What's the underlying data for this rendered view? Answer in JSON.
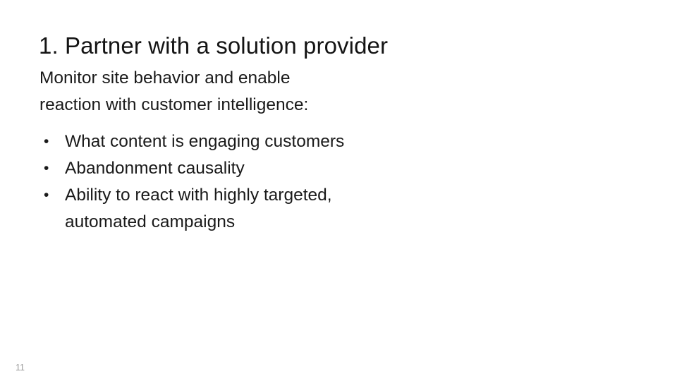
{
  "slide": {
    "title": "1. Partner with a solution provider",
    "intro_lines": [
      "Monitor site behavior and enable",
      "reaction with customer intelligence:"
    ],
    "bullets": [
      {
        "marker": "•",
        "text": "What content is engaging customers"
      },
      {
        "marker": "•",
        "text": "Abandonment causality"
      },
      {
        "marker": "•",
        "text": "Ability to react with highly targeted, automated campaigns"
      }
    ],
    "page_number": "11",
    "colors": {
      "background": "#ffffff",
      "title_text": "#141414",
      "body_text": "#1a1a1a",
      "page_number_text": "#9a9a9a"
    }
  }
}
